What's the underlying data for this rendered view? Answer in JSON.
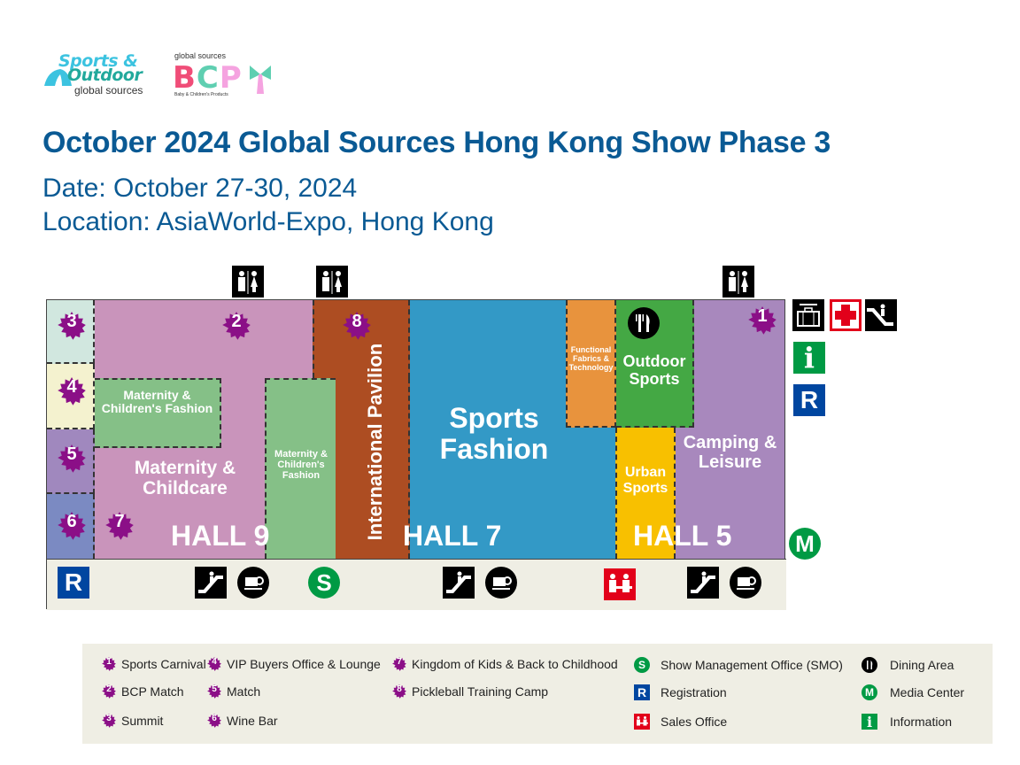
{
  "logos": {
    "sports_outdoor": {
      "line1": "Sports &",
      "line2": "Outdoor",
      "line3": "global sources"
    },
    "bcp": {
      "brand": "global sources",
      "letters": [
        "B",
        "C",
        "P"
      ],
      "subtitle": "Baby & Children's Products"
    }
  },
  "header": {
    "title": "October 2024 Global Sources Hong Kong Show Phase 3",
    "date": "Date: October 27-30, 2024",
    "location": "Location: AsiaWorld-Expo, Hong Kong"
  },
  "colors": {
    "title_blue": "#0a5a94",
    "badge_purple": "#8b0f87",
    "hall9_pink": "#c994bb",
    "maternity_green": "#85c087",
    "intl_brown": "#ad4d22",
    "sports_fashion_blue": "#3399c6",
    "functional_orange": "#e8933d",
    "outdoor_green": "#44a844",
    "urban_yellow": "#f8c000",
    "camping_purple": "#a888bd",
    "zone3_mint": "#d1e7df",
    "zone4_cream": "#f4f2cf",
    "zone5_purple": "#a088be",
    "zone6_blue": "#7b8ac2",
    "corridor": "#efeee4",
    "registration_blue": "#0046a0",
    "smo_green": "#009a44",
    "sales_red": "#e2001a"
  },
  "map": {
    "halls": [
      {
        "id": "hall9",
        "label": "HALL 9"
      },
      {
        "id": "hall7",
        "label": "HALL 7"
      },
      {
        "id": "hall5",
        "label": "HALL 5"
      }
    ],
    "zones": {
      "maternity_fashion_1": "Maternity & Children's Fashion",
      "maternity_fashion_2": "Maternity & Children's Fashion",
      "maternity_childcare": "Maternity & Childcare",
      "international_pavilion": "International Pavilion",
      "sports_fashion": "Sports Fashion",
      "functional_fabrics": "Functional Fabrics & Technology",
      "outdoor_sports": "Outdoor Sports",
      "urban_sports": "Urban Sports",
      "camping_leisure": "Camping & Leisure"
    },
    "badges": [
      "1",
      "2",
      "3",
      "4",
      "5",
      "6",
      "7",
      "8"
    ],
    "symbols": {
      "registration": "R",
      "smo": "S",
      "media": "M",
      "info": "i"
    }
  },
  "legend": {
    "col1": [
      {
        "num": "1",
        "label": "Sports Carnival"
      },
      {
        "num": "2",
        "label": "BCP Match"
      },
      {
        "num": "3",
        "label": "Summit"
      }
    ],
    "col2": [
      {
        "num": "4",
        "label": "VIP Buyers Office & Lounge"
      },
      {
        "num": "5",
        "label": "Match"
      },
      {
        "num": "6",
        "label": "Wine Bar"
      }
    ],
    "col3": [
      {
        "num": "7",
        "label": "Kingdom of Kids & Back to Childhood"
      },
      {
        "num": "8",
        "label": "Pickleball Training Camp"
      }
    ],
    "col4": [
      {
        "icon": "S",
        "label": "Show Management Office (SMO)"
      },
      {
        "icon": "R",
        "label": "Registration"
      },
      {
        "icon": "sales",
        "label": "Sales Office"
      }
    ],
    "col5": [
      {
        "icon": "dining",
        "label": "Dining Area"
      },
      {
        "icon": "M",
        "label": "Media Center"
      },
      {
        "icon": "i",
        "label": "Information"
      }
    ]
  }
}
